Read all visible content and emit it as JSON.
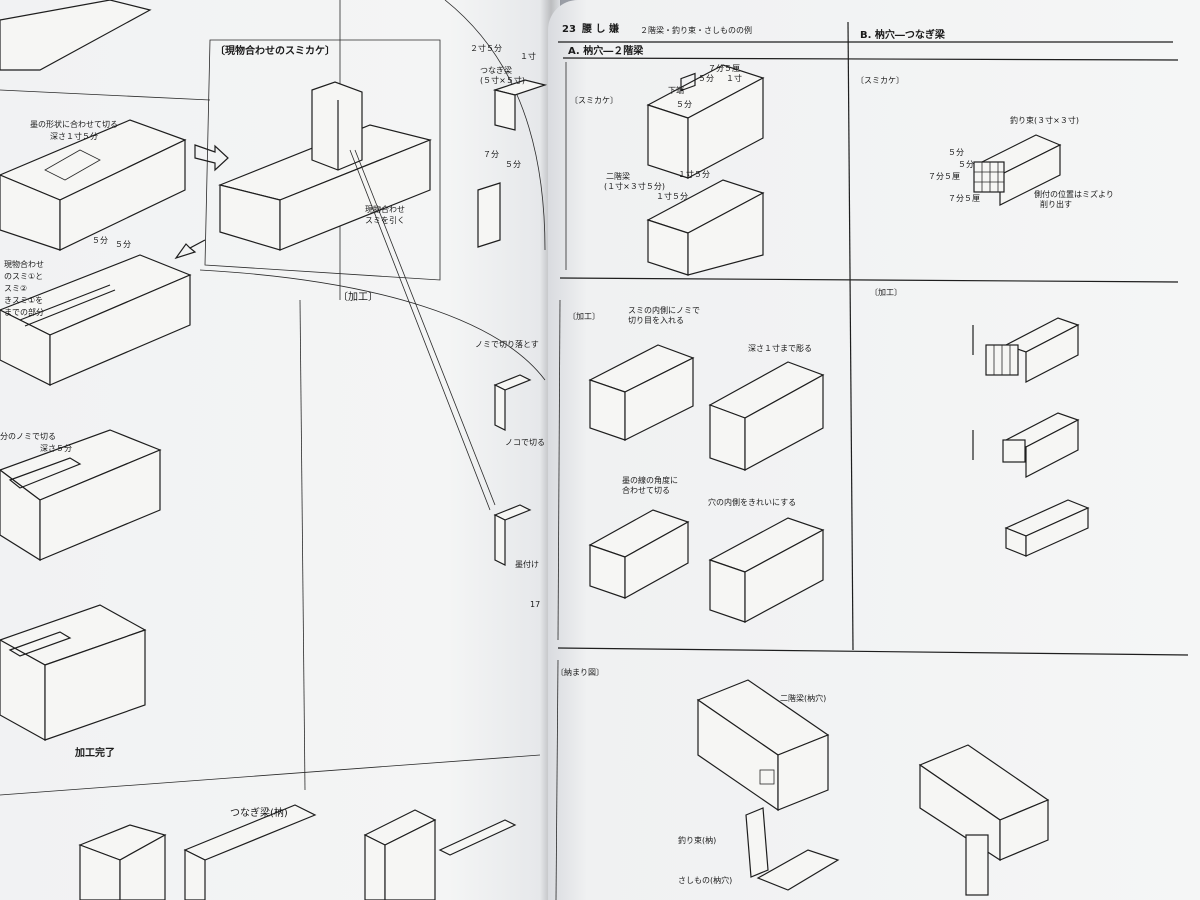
{
  "left_page": {
    "box_label": "〔現物合わせのスミカケ〕",
    "cut_label": "〔加工〕",
    "note_cut_depth_1": [
      "墨の形状に合わせて切る",
      "深さ１寸５分"
    ],
    "note_mark": [
      "現物合わせ",
      "のスミ①と",
      "スミ②",
      "きスミ①を",
      "までの部分"
    ],
    "note_chisel": [
      "分のノミで切る",
      "深さ５分"
    ],
    "note_fit_mark": [
      "現物合わせ",
      "スミを引く"
    ],
    "dim_5bu_a": "５分",
    "dim_5bu_b": "５分",
    "finished_label": "加工完了",
    "tie_beam_label": "つなぎ梁(枘)",
    "right_top_dims": [
      "２寸５分",
      "１寸",
      "つなぎ梁",
      "(５寸×５寸)"
    ],
    "right_mid_dims": [
      "７分",
      "５分"
    ],
    "right_small_1": "ノミで切り落とす",
    "right_small_2": "ノコで切る",
    "right_small_3": "墨付け",
    "page_mark": "17"
  },
  "right_page": {
    "section_num": "23",
    "header_title": "腰 し 嫌",
    "header_sub": "２階梁・釣り束・さしものの例",
    "section_a_title": "A. 枘穴―２階梁",
    "section_b_title": "B. 枘穴―つなぎ梁",
    "sumikake_label_a": "〔スミカケ〕",
    "sumikake_label_b": "〔スミカケ〕",
    "kako_label_a": "〔加工〕",
    "kako_label_b": "〔加工〕",
    "osamari_label": "〔納まり図〕",
    "a_marking_dims": [
      "７分５厘",
      "５分",
      "１寸",
      "下端",
      "５分"
    ],
    "a_lower_label": [
      "二階梁",
      "(１寸×３寸５分)"
    ],
    "a_lower_dims": [
      "１寸５分",
      "１寸５分"
    ],
    "b_marking_note": "釣り束(３寸×３寸)",
    "b_marking_dims": [
      "５分",
      "５分",
      "７分５厘",
      "７分５厘"
    ],
    "b_position_note": [
      "側付の位置はミズより",
      "削り出す"
    ],
    "kako_step1": [
      "スミの内側にノミで",
      "切り目を入れる"
    ],
    "kako_step2": "深さ１寸まで彫る",
    "kako_step3": [
      "墨の線の角度に",
      "合わせて切る"
    ],
    "kako_step4": "穴の内側をきれいにする",
    "osamari_labels": {
      "second_floor_beam": "二階梁(枘穴)",
      "hanging_post": "釣り束(枘)",
      "sashimono": "さしもの(枘穴)"
    }
  }
}
